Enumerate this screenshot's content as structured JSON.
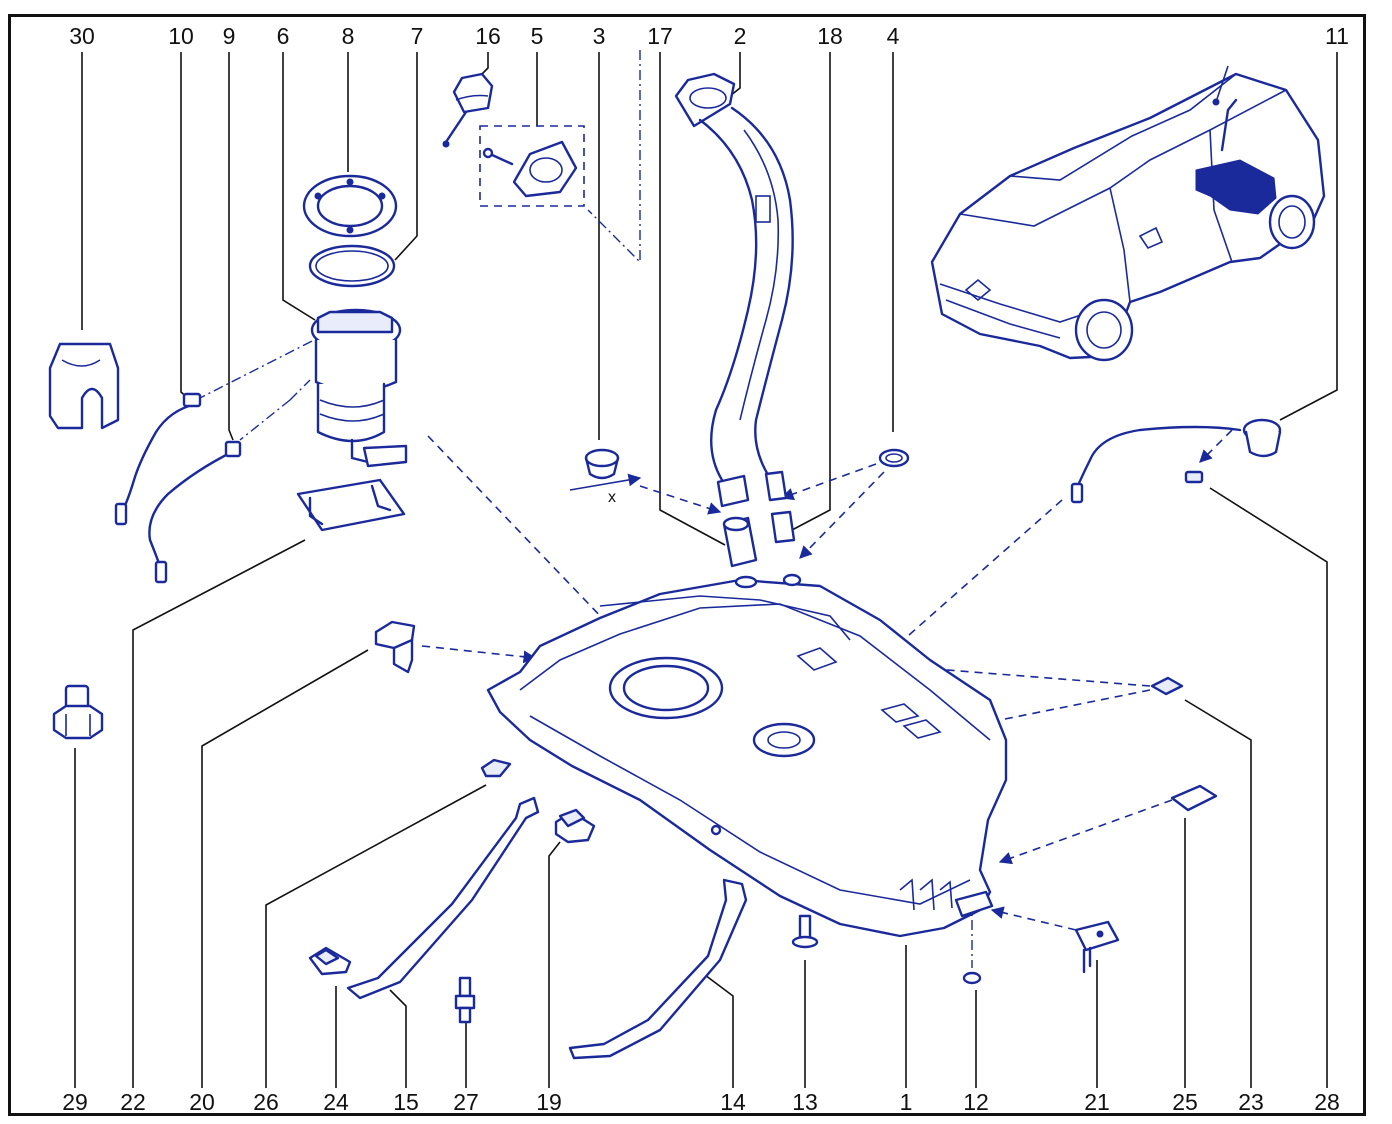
{
  "diagram": {
    "top_labels": [
      "30",
      "10",
      "9",
      "6",
      "8",
      "7",
      "16",
      "5",
      "3",
      "17",
      "2",
      "18",
      "4",
      "11"
    ],
    "bottom_labels": [
      "29",
      "22",
      "20",
      "26",
      "24",
      "15",
      "27",
      "19",
      "14",
      "13",
      "1",
      "12",
      "21",
      "25",
      "23",
      "28"
    ],
    "dimension_label": "x",
    "colors": {
      "line": "#1a2a9a",
      "text": "#111111",
      "background": "#ffffff",
      "highlight": "#1a2a9a"
    }
  }
}
